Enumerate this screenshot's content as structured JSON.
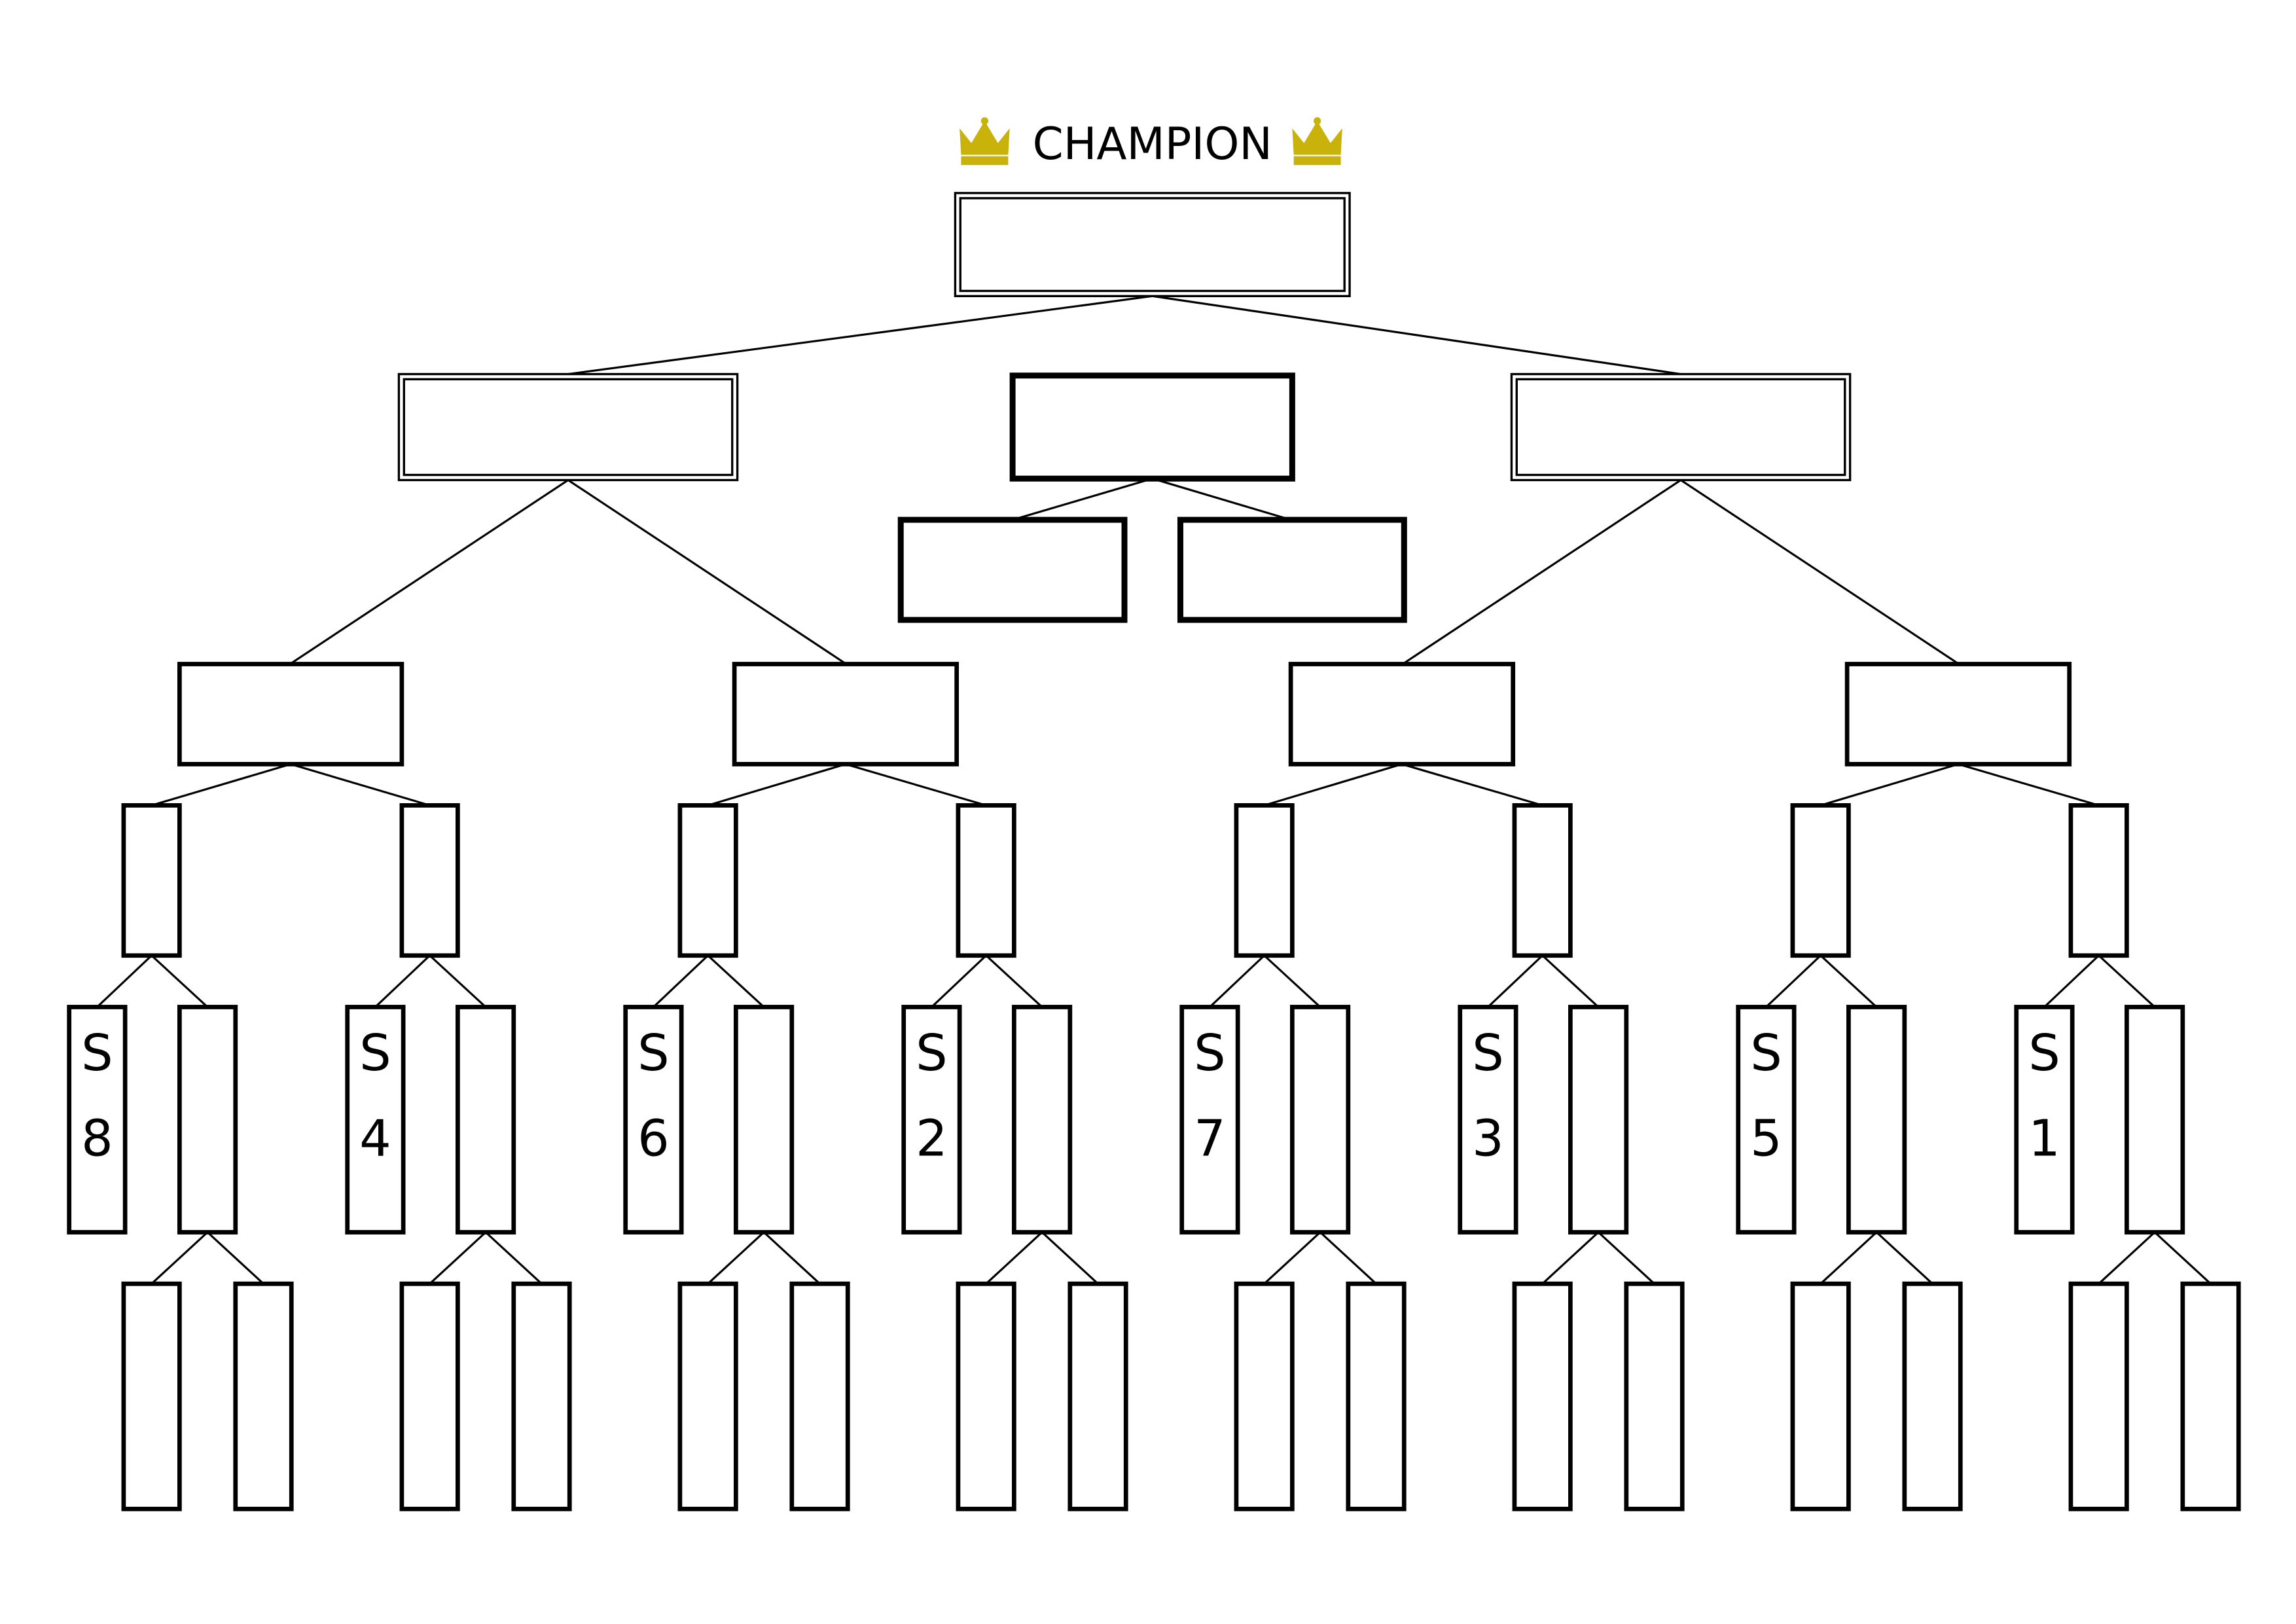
{
  "header": {
    "title": "CHAMPION",
    "icon_left": "crown-icon",
    "icon_right": "crown-icon",
    "crown_color": "#c9b20a"
  },
  "bracket": {
    "seeds": [
      {
        "letter": "S",
        "number": "8"
      },
      {
        "letter": "S",
        "number": "4"
      },
      {
        "letter": "S",
        "number": "6"
      },
      {
        "letter": "S",
        "number": "2"
      },
      {
        "letter": "S",
        "number": "7"
      },
      {
        "letter": "S",
        "number": "3"
      },
      {
        "letter": "S",
        "number": "5"
      },
      {
        "letter": "S",
        "number": "1"
      }
    ]
  }
}
